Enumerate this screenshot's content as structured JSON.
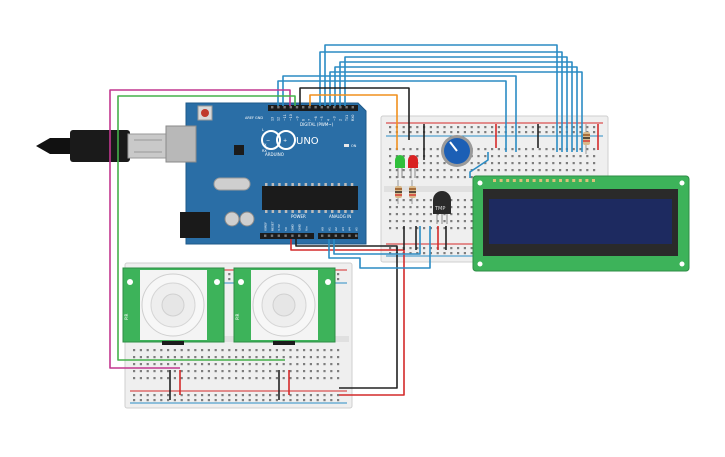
{
  "arduino": {
    "brand": "ARDUINO",
    "model": "UNO",
    "aref_label": "AREF",
    "gnd_label": "GND",
    "digital_label": "DIGITAL (PWM~)",
    "power_label": "POWER",
    "analog_label": "ANALOG IN",
    "tx_label": "TX",
    "rx_label": "RX",
    "on_label": "ON",
    "l_label": "L",
    "digital_pins": [
      "13",
      "12",
      "~11",
      "~10",
      "~9",
      "8",
      "7",
      "~6",
      "~5",
      "4",
      "~3",
      "2",
      "TX1",
      "RX0"
    ],
    "power_pins": [
      "IOREF",
      "RESET",
      "3.3V",
      "5V",
      "GND",
      "GND",
      "Vin"
    ],
    "analog_pins": [
      "A0",
      "A1",
      "A2",
      "A3",
      "A4",
      "A5"
    ]
  },
  "tmp_sensor": {
    "label": "TMP"
  },
  "pir_sensors": [
    {
      "label": "PIR"
    },
    {
      "label": "PIR"
    }
  ],
  "lcd": {
    "pin_count": 16
  },
  "colors": {
    "board": "#2a6ea6",
    "board_dark": "#1f5a8a",
    "breadboard": "#f2f2f2",
    "lcd_frame": "#3db35a",
    "lcd_screen": "#1d2a60",
    "wire_blue": "#2b8cc4",
    "wire_red": "#d42a2a",
    "wire_black": "#222222",
    "wire_magenta": "#c2378f",
    "wire_green": "#45b04a",
    "wire_orange": "#f0901e",
    "led_green": "#2fbf3a",
    "led_red": "#d92323",
    "pot": "#1c5fb5"
  }
}
